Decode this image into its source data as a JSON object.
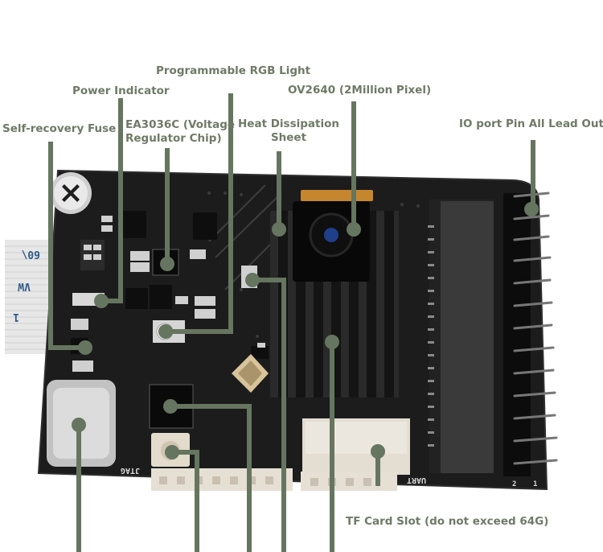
{
  "colors": {
    "label_text": "#6f7a66",
    "leader_line": "#66755f",
    "board": "#1b1b1b",
    "heatsink": "#2a2a2a",
    "flex_cable": "#c6862e",
    "ribbon_cable": "#e7e7e7",
    "connector": "#e6dfd4"
  },
  "labels": {
    "self_recovery_fuse": "Self-recovery Fuse",
    "power_indicator": "Power Indicator",
    "programmable_rgb_light": "Programmable RGB Light",
    "ea3036c_line1": "EA3036C (Voltage",
    "ea3036c_line2": "Regulator Chip)",
    "heat_dissipation_line1": "Heat Dissipation",
    "heat_dissipation_line2": "Sheet",
    "ov2640": "OV2640 (2Million Pixel)",
    "io_port_pin": "IO port Pin All Lead Out",
    "tf_card_slot": "TF Card Slot (do not exceed 64G)"
  },
  "silkscreen": {
    "jtag": "JTAG",
    "uart": "UART",
    "pin_2": "2",
    "pin_1": "1",
    "ribbon_text_1": "60\\",
    "ribbon_text_2": "VW",
    "ribbon_text_3": "1"
  },
  "icons": {
    "screw": "screw-head-icon",
    "usb_c": "usb-c-port-icon",
    "camera_lens": "camera-lens-icon"
  }
}
